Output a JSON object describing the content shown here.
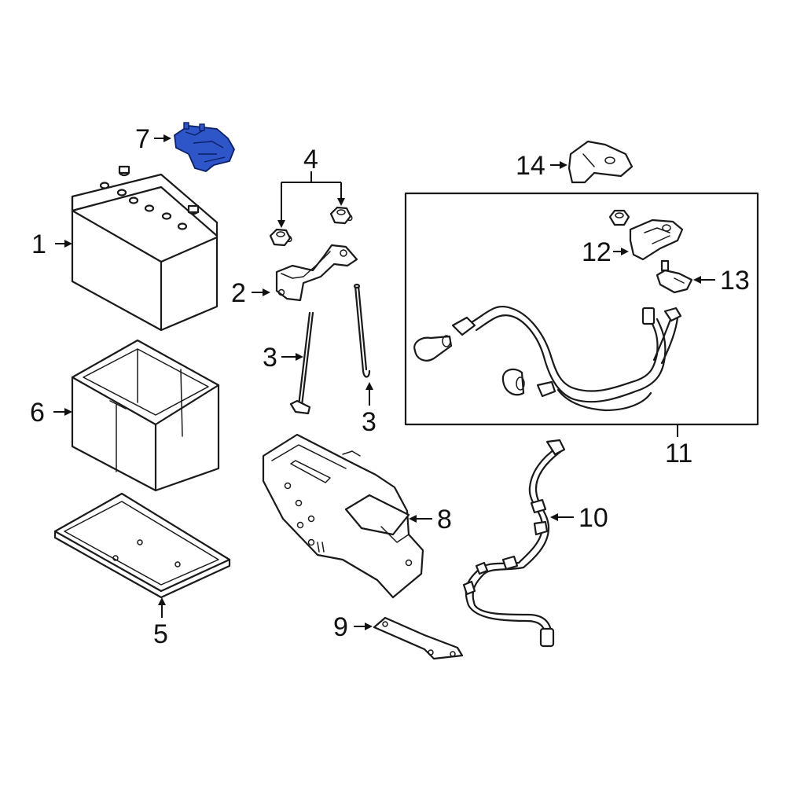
{
  "colors": {
    "line": "#1a1a1a",
    "highlight_fill": "#2f56c8",
    "highlight_stroke": "#0b1f66",
    "background": "#ffffff"
  },
  "callouts": {
    "c1": "1",
    "c2": "2",
    "c3a": "3",
    "c3b": "3",
    "c4": "4",
    "c5": "5",
    "c6": "6",
    "c7": "7",
    "c8": "8",
    "c9": "9",
    "c10": "10",
    "c11": "11",
    "c12": "12",
    "c13": "13",
    "c14": "14"
  },
  "highlighted_part": "7"
}
